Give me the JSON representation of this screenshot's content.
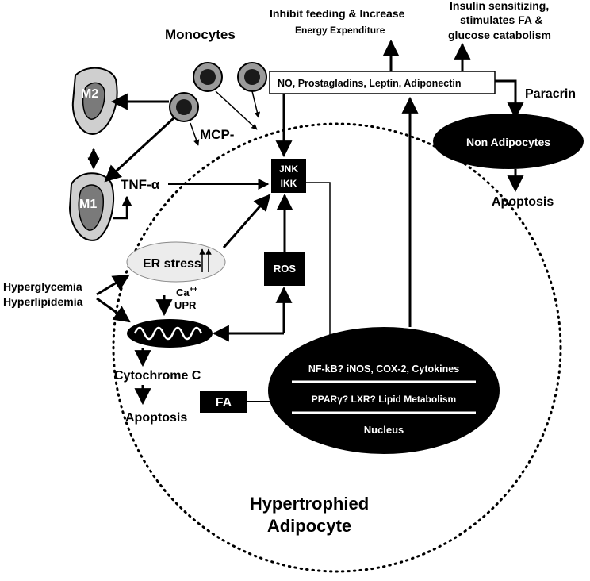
{
  "labels": {
    "monocytes": "Monocytes",
    "mcp": "MCP-",
    "m2": "M2",
    "m1": "M1",
    "tnf": "TNF-α",
    "inhibit_1": "Inhibit feeding & Increase",
    "inhibit_2": "Energy Expenditure",
    "insulin_1": "Insulin sensitizing,",
    "insulin_2": "stimulates FA &",
    "insulin_3": "glucose catabolism",
    "secreted": "NO, Prostagladins, Leptin, Adiponectin",
    "paracrin": "Paracrin",
    "non_adipocytes": "Non Adipocytes",
    "apoptosis_right": "Apoptosis",
    "jnk": "JNK",
    "ikk": "IKK",
    "ros": "ROS",
    "er_stress": "ER stress",
    "hyperglycemia": "Hyperglycemia",
    "hyperlipidemia": "Hyperlipidemia",
    "ca": "Ca",
    "ca_sup": "++",
    "upr": "UPR",
    "cytochrome": "Cytochrome C",
    "apoptosis_left": "Apoptosis",
    "fa": "FA",
    "nfkb_line": "NF-kB? iNOS, COX-2, Cytokines",
    "ppar_line": "PPARγ? LXR? Lipid Metabolism",
    "nucleus": "Nucleus",
    "cell_1": "Hypertrophied",
    "cell_2": "Adipocyte"
  },
  "colors": {
    "ink": "#000000",
    "paper": "#ffffff",
    "er_fill": "#ececec",
    "macrophage": "#cfcfcf",
    "macrophage_core": "#7a7a7a"
  }
}
